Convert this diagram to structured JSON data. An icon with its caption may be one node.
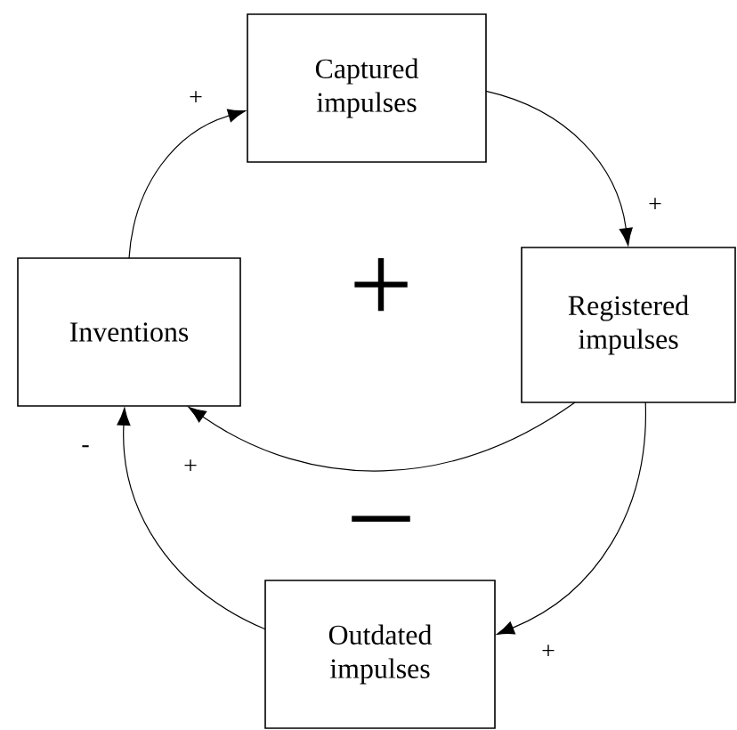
{
  "diagram": {
    "nodes": [
      {
        "text": [
          "Captured impulses"
        ]
      },
      {
        "text": [
          "Registered impulses"
        ]
      },
      {
        "text": [
          "Inventions"
        ]
      },
      {
        "text": [
          "Outdated impulses"
        ]
      }
    ],
    "edges": [
      {
        "from": 2,
        "to": 0,
        "arrow": "to",
        "label": "+"
      },
      {
        "from": 0,
        "to": 1,
        "arrow": "to",
        "label": "+"
      },
      {
        "from": 1,
        "to": 2,
        "arrow": "to",
        "label": "+"
      },
      {
        "from": 1,
        "to": 3,
        "arrow": "to",
        "label": "+"
      },
      {
        "from": 3,
        "to": 2,
        "arrow": "to",
        "label": "-"
      }
    ],
    "labels": [
      "+",
      "–"
    ]
  }
}
